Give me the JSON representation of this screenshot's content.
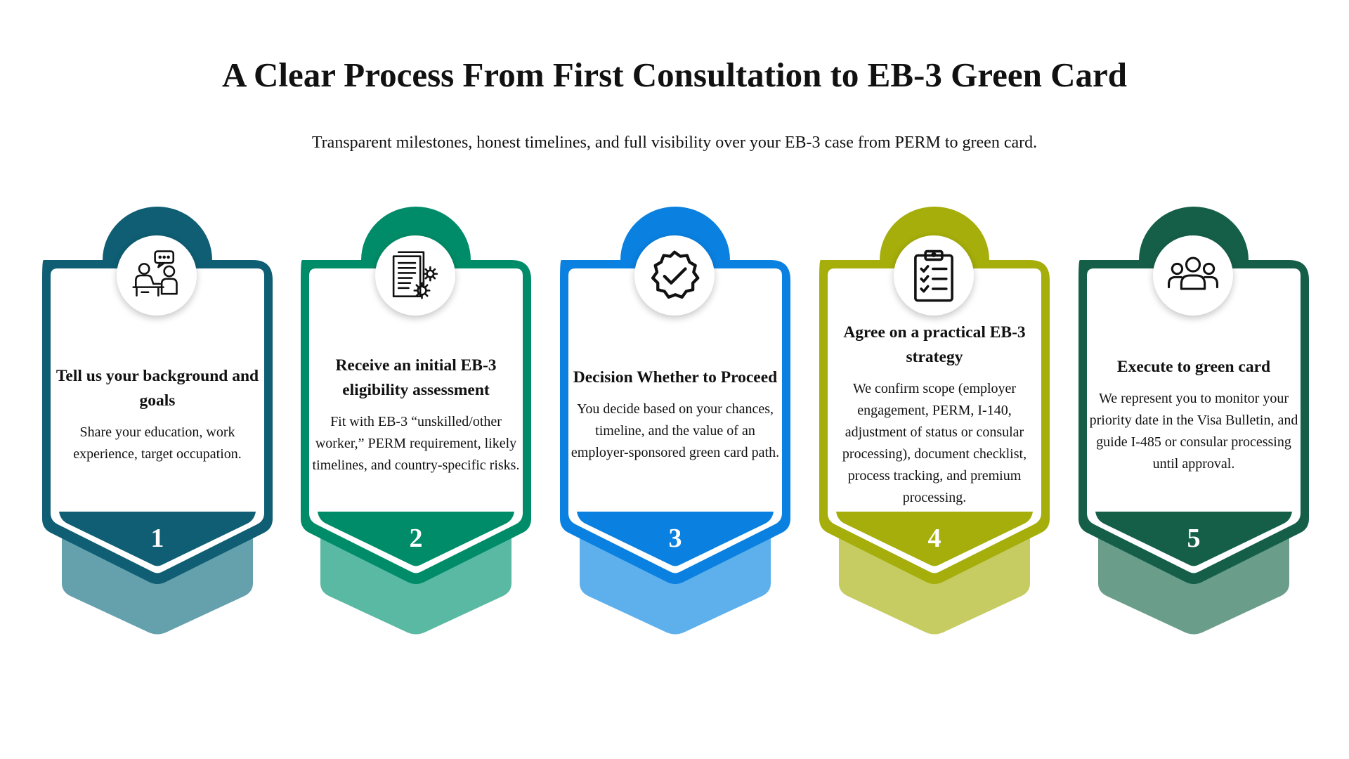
{
  "page": {
    "title": "A Clear Process From First Consultation to EB-3 Green Card",
    "subtitle": "Transparent milestones, honest timelines, and full visibility over your EB-3 case from PERM to green card."
  },
  "steps": [
    {
      "number": "1",
      "title": "Tell us your background and goals",
      "description": "Share your education, work experience, target occupation.",
      "icon": "consultation-icon",
      "color": "#0f5e73",
      "light_color": "#65a0ad"
    },
    {
      "number": "2",
      "title": "Receive an initial EB-3 eligibility assessment",
      "description": "Fit with EB-3 “unskilled/other worker,” PERM requirement, likely timelines, and country-specific risks.",
      "icon": "document-gear-icon",
      "color": "#008c68",
      "light_color": "#5ab9a2"
    },
    {
      "number": "3",
      "title": "Decision Whether to Proceed",
      "description": "You decide based on your chances, timeline, and the value of an employer-sponsored green card path.",
      "icon": "verified-badge-icon",
      "color": "#0a80e0",
      "light_color": "#5eb0ec"
    },
    {
      "number": "4",
      "title": "Agree on a practical EB-3 strategy",
      "description": "We confirm scope (employer engagement, PERM, I-140, adjustment of status or consular processing), document checklist, process tracking, and premium processing.",
      "icon": "clipboard-checklist-icon",
      "color": "#a5ae0a",
      "light_color": "#c6cc62"
    },
    {
      "number": "5",
      "title": "Execute to green card",
      "description": "We represent you to monitor your priority date in the Visa Bulletin, and guide I-485 or consular processing until approval.",
      "icon": "group-icon",
      "color": "#155f48",
      "light_color": "#6a9e8b"
    }
  ]
}
